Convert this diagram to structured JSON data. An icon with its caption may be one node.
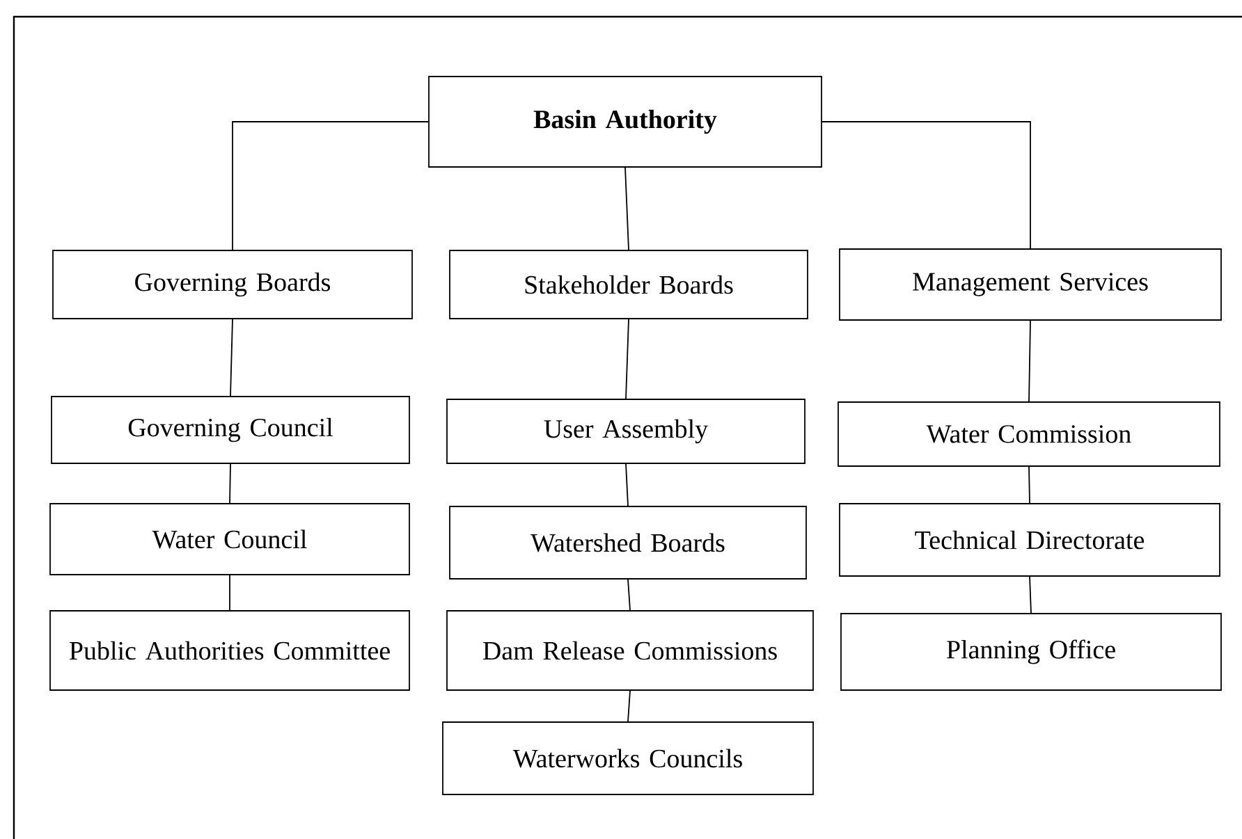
{
  "diagram": {
    "nodes": [
      {
        "text": [
          "Basin Authority"
        ]
      },
      {
        "text": [
          "Governing Boards"
        ]
      },
      {
        "text": [
          "Stakeholder Boards"
        ]
      },
      {
        "text": [
          "Management Services"
        ]
      },
      {
        "text": [
          "Governing Council"
        ]
      },
      {
        "text": [
          "User Assembly"
        ]
      },
      {
        "text": [
          "Water Commission"
        ]
      },
      {
        "text": [
          "Water Council"
        ]
      },
      {
        "text": [
          "Watershed Boards"
        ]
      },
      {
        "text": [
          "Technical Directorate"
        ]
      },
      {
        "text": [
          "Public Authorities Committee"
        ]
      },
      {
        "text": [
          "Dam Release Commissions"
        ]
      },
      {
        "text": [
          "Planning Office"
        ]
      },
      {
        "text": [
          "Waterworks Councils"
        ]
      }
    ],
    "edges": [
      {
        "from": 0,
        "to": 1,
        "arrow": "none"
      },
      {
        "from": 0,
        "to": 2,
        "arrow": "none"
      },
      {
        "from": 0,
        "to": 3,
        "arrow": "none"
      },
      {
        "from": 1,
        "to": 4,
        "arrow": "none"
      },
      {
        "from": 4,
        "to": 7,
        "arrow": "none"
      },
      {
        "from": 7,
        "to": 10,
        "arrow": "none"
      },
      {
        "from": 2,
        "to": 5,
        "arrow": "none"
      },
      {
        "from": 5,
        "to": 8,
        "arrow": "none"
      },
      {
        "from": 8,
        "to": 11,
        "arrow": "none"
      },
      {
        "from": 11,
        "to": 13,
        "arrow": "none"
      },
      {
        "from": 3,
        "to": 6,
        "arrow": "none"
      },
      {
        "from": 6,
        "to": 9,
        "arrow": "none"
      },
      {
        "from": 9,
        "to": 12,
        "arrow": "none"
      }
    ]
  }
}
